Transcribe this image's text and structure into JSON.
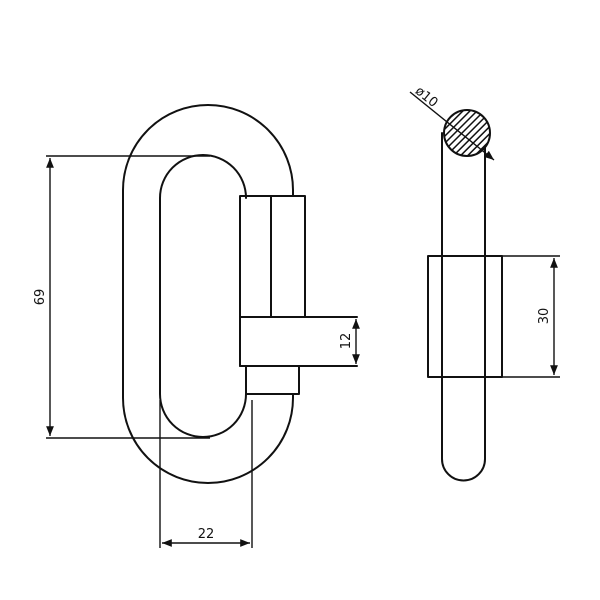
{
  "dimensions": {
    "height": "69",
    "gap": "12",
    "width": "22",
    "sleeve": "30",
    "diameter": "ø10"
  },
  "colors": {
    "line": "#111111",
    "background": "#ffffff"
  }
}
